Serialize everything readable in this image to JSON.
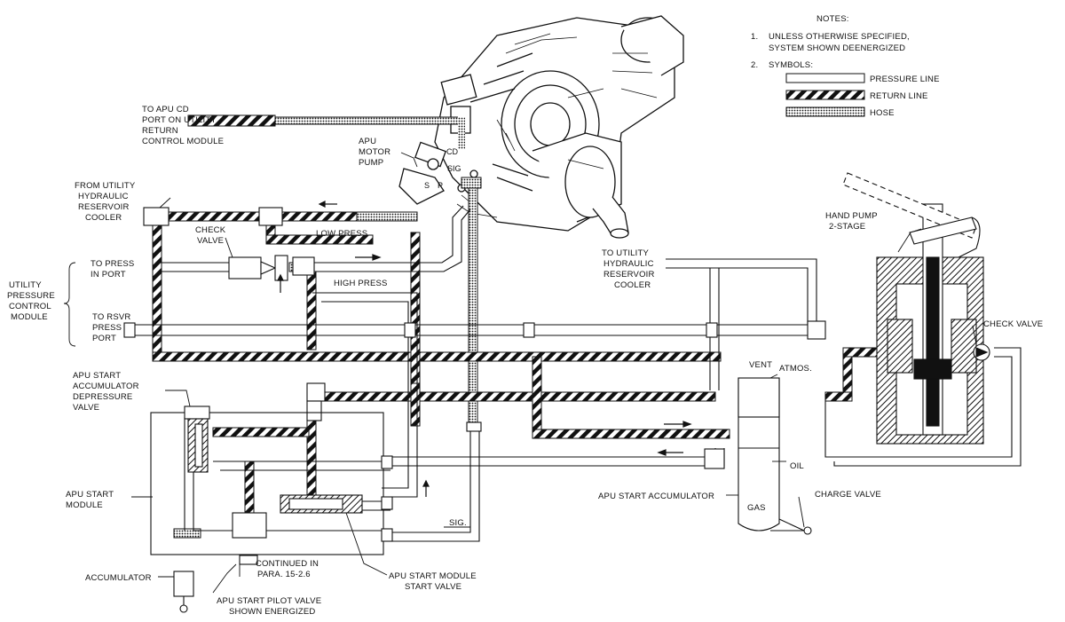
{
  "notes": {
    "heading": "NOTES:",
    "items": [
      {
        "num": "1.",
        "lines": [
          "UNLESS OTHERWISE SPECIFIED,",
          "SYSTEM SHOWN DEENERGIZED"
        ]
      },
      {
        "num": "2.",
        "lines": [
          "SYMBOLS:"
        ]
      }
    ],
    "legend": [
      {
        "label": "PRESSURE LINE",
        "pattern": "pressure"
      },
      {
        "label": "RETURN LINE",
        "pattern": "return"
      },
      {
        "label": "HOSE",
        "pattern": "hose"
      }
    ]
  },
  "labels": {
    "apu_cd_port": [
      "TO APU CD",
      "PORT ON UTILITY",
      "RETURN",
      "CONTROL MODULE"
    ],
    "apu_motor_pump": [
      "APU",
      "MOTOR",
      "PUMP"
    ],
    "port_cd": "CD",
    "port_sig": "SIG",
    "port_s": "S",
    "port_p": "P",
    "from_reservoir_cooler": [
      "FROM UTILITY",
      "HYDRAULIC",
      "RESERVOIR",
      "COOLER"
    ],
    "check_valve_left": [
      "CHECK",
      "VALVE"
    ],
    "low_press": "LOW PRESS",
    "high_press": "HIGH PRESS",
    "utility_pcm": [
      "UTILITY",
      "PRESSURE",
      "CONTROL",
      "MODULE"
    ],
    "to_press_in_port": [
      "TO PRESS",
      "IN PORT"
    ],
    "to_rsvr_press_port": [
      "TO RSVR",
      "PRESS",
      "PORT"
    ],
    "to_reservoir_cooler": [
      "TO UTILITY",
      "HYDRAULIC",
      "RESERVOIR",
      "COOLER"
    ],
    "hand_pump": [
      "HAND PUMP",
      "2-STAGE"
    ],
    "check_valve_right": "CHECK VALVE",
    "vent": "VENT",
    "atmos": "ATMOS.",
    "oil": "OIL",
    "gas": "GAS",
    "apu_start_accumulator": "APU START ACCUMULATOR",
    "charge_valve": "CHARGE VALVE",
    "depressure_valve": [
      "APU START",
      "ACCUMULATOR",
      "DEPRESSURE",
      "VALVE"
    ],
    "apu_start_module": [
      "APU START",
      "MODULE"
    ],
    "accumulator": "ACCUMULATOR",
    "continued_in": [
      "CONTINUED IN",
      "PARA. 15-2.6"
    ],
    "pilot_valve": [
      "APU START PILOT VALVE",
      "SHOWN ENERGIZED"
    ],
    "start_valve": [
      "APU START MODULE",
      "START VALVE"
    ],
    "sig": "SIG."
  }
}
